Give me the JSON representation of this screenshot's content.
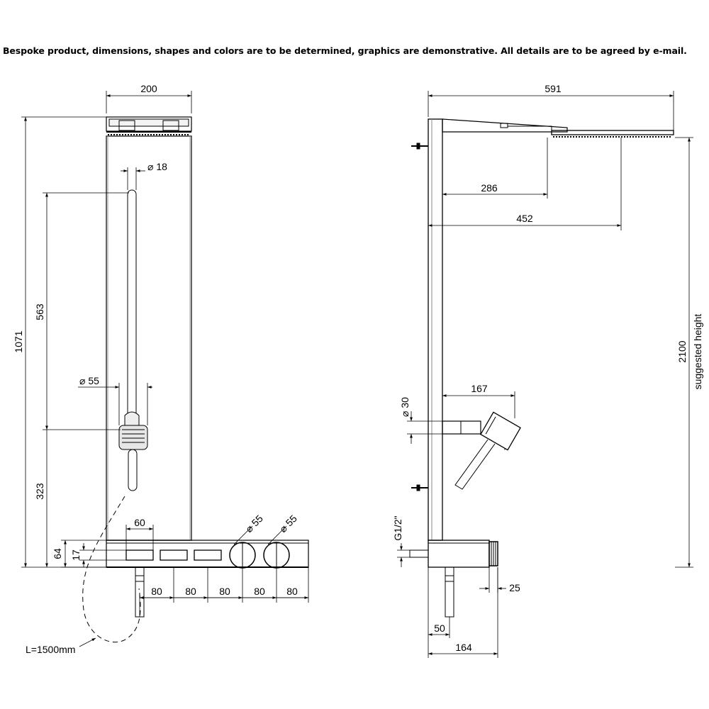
{
  "note": "Bespoke product, dimensions, shapes and colors are to be determined, graphics are demonstrative. All details are to be agreed by e-mail.",
  "front_view": {
    "width": "200",
    "height": "1071",
    "handshower_upper": "563",
    "handshower_lower": "323",
    "rail_diameter": "18",
    "handshower_diameter": "55",
    "button_width": "60",
    "base_height": "64",
    "base_inner": "17",
    "spacing": [
      "80",
      "80",
      "80",
      "80",
      "80"
    ],
    "knob_left_diameter": "55",
    "knob_right_diameter": "55",
    "hose_length": "L=1500mm"
  },
  "side_view": {
    "depth": "591",
    "head_center": "286",
    "head_reach": "452",
    "arm_reach": "167",
    "arm_diameter": "30",
    "suggested_height_value": "2100",
    "suggested_height_label": "suggested height",
    "inlet_thread": "G1/2\"",
    "knob_depth": "25",
    "outlet_offset": "50",
    "base_depth": "164"
  },
  "colors": {
    "line": "#000000",
    "panel_edge": "#333333",
    "background": "#ffffff"
  }
}
